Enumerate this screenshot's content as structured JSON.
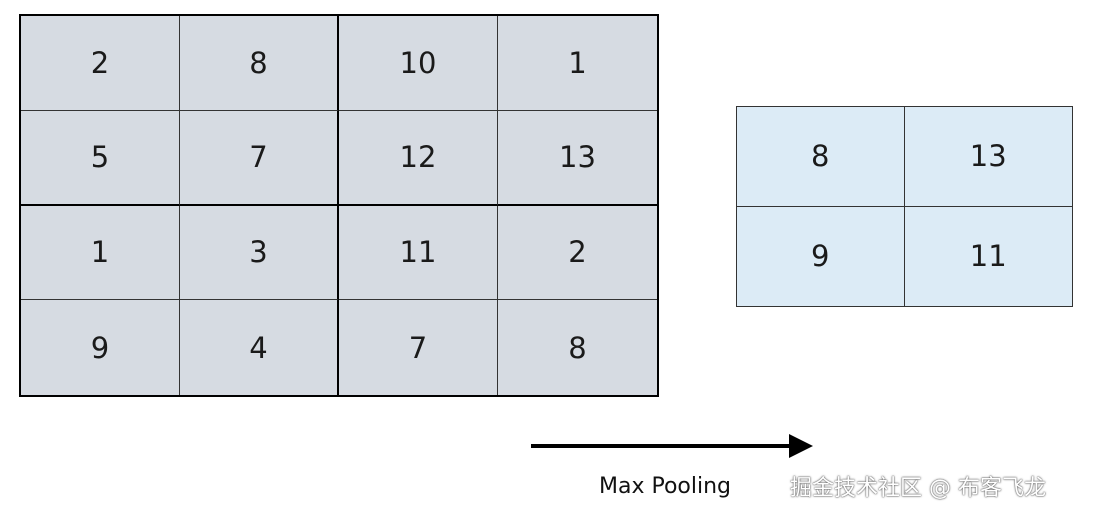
{
  "input_grid": [
    [
      "2",
      "8",
      "10",
      "1"
    ],
    [
      "5",
      "7",
      "12",
      "13"
    ],
    [
      "1",
      "3",
      "11",
      "2"
    ],
    [
      "9",
      "4",
      "7",
      "8"
    ]
  ],
  "output_grid": [
    [
      "8",
      "13"
    ],
    [
      "9",
      "11"
    ]
  ],
  "caption": "Max Pooling",
  "watermark": "掘金技术社区 @ 布客飞龙",
  "colors": {
    "input_fill": "#d6dbe2",
    "output_fill": "#dcebf6",
    "arrow": "#000000"
  }
}
